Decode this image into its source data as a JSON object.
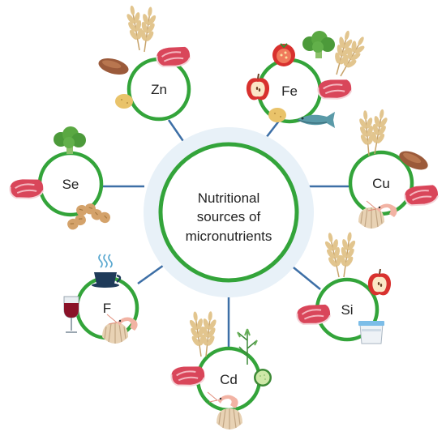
{
  "center": {
    "line1": "Nutritional",
    "line2": "sources of",
    "line3": "micronutrients"
  },
  "nodes": {
    "zn": "Zn",
    "fe": "Fe",
    "se": "Se",
    "cu": "Cu",
    "f": "F",
    "si": "Si",
    "cd": "Cd"
  },
  "colors": {
    "ring": "#33a43a",
    "halo": "#e8f1f8",
    "connector": "#3d6fa6"
  },
  "icons": [
    "wheat-icon",
    "meat-icon",
    "potato-icon",
    "nut-icon",
    "tomato-icon",
    "broccoli-icon",
    "apple-icon",
    "fish-icon",
    "peanut-icon",
    "shellfish-icon",
    "shrimp-icon",
    "coffee-cup-icon",
    "wine-glass-icon",
    "yogurt-icon",
    "cucumber-icon",
    "herb-icon"
  ]
}
